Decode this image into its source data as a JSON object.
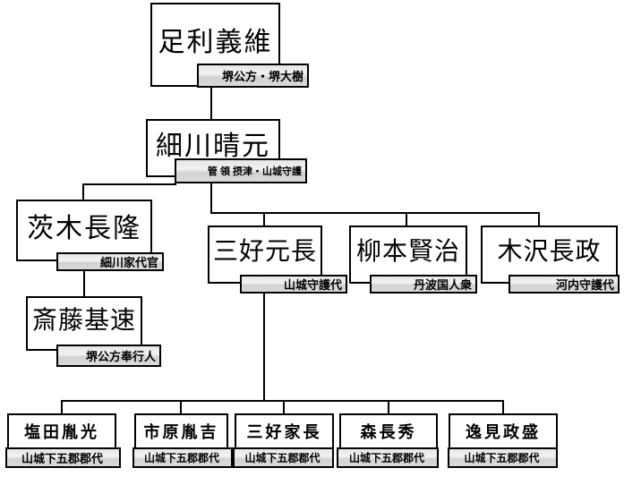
{
  "diagram": {
    "type": "org-chart",
    "nodes": [
      {
        "name": "足利義維",
        "role": "堺公方・堺大樹"
      },
      {
        "name": "細川晴元",
        "role": "管 領 摂津・山城守護"
      },
      {
        "name": "茨木長隆",
        "role": "細川家代官"
      },
      {
        "name": "斎藤基速",
        "role": "堺公方奉行人"
      },
      {
        "name": "三好元長",
        "role": "山城守護代"
      },
      {
        "name": "柳本賢治",
        "role": "丹波国人衆"
      },
      {
        "name": "木沢長政",
        "role": "河内守護代"
      },
      {
        "name": "塩田胤光",
        "role": "山城下五郡郡代"
      },
      {
        "name": "市原胤吉",
        "role": "山城下五郡郡代"
      },
      {
        "name": "三好家長",
        "role": "山城下五郡郡代"
      },
      {
        "name": "森長秀",
        "role": "山城下五郡郡代"
      },
      {
        "name": "逸見政盛",
        "role": "山城下五郡郡代"
      }
    ],
    "edges": [
      {
        "from": "足利義維",
        "to": "細川晴元"
      },
      {
        "from": "細川晴元",
        "to": "茨木長隆"
      },
      {
        "from": "茨木長隆",
        "to": "斎藤基速"
      },
      {
        "from": "細川晴元",
        "to": "三好元長"
      },
      {
        "from": "細川晴元",
        "to": "柳本賢治"
      },
      {
        "from": "細川晴元",
        "to": "木沢長政"
      },
      {
        "from": "三好元長",
        "to": "塩田胤光"
      },
      {
        "from": "三好元長",
        "to": "市原胤吉"
      },
      {
        "from": "三好元長",
        "to": "三好家長"
      },
      {
        "from": "三好元長",
        "to": "森長秀"
      },
      {
        "from": "三好元長",
        "to": "逸見政盛"
      }
    ],
    "colors": {
      "background": "#ffffff",
      "box_fill": "#ffffff",
      "border": "#000000",
      "role_fill": "#dcdcdc"
    }
  }
}
